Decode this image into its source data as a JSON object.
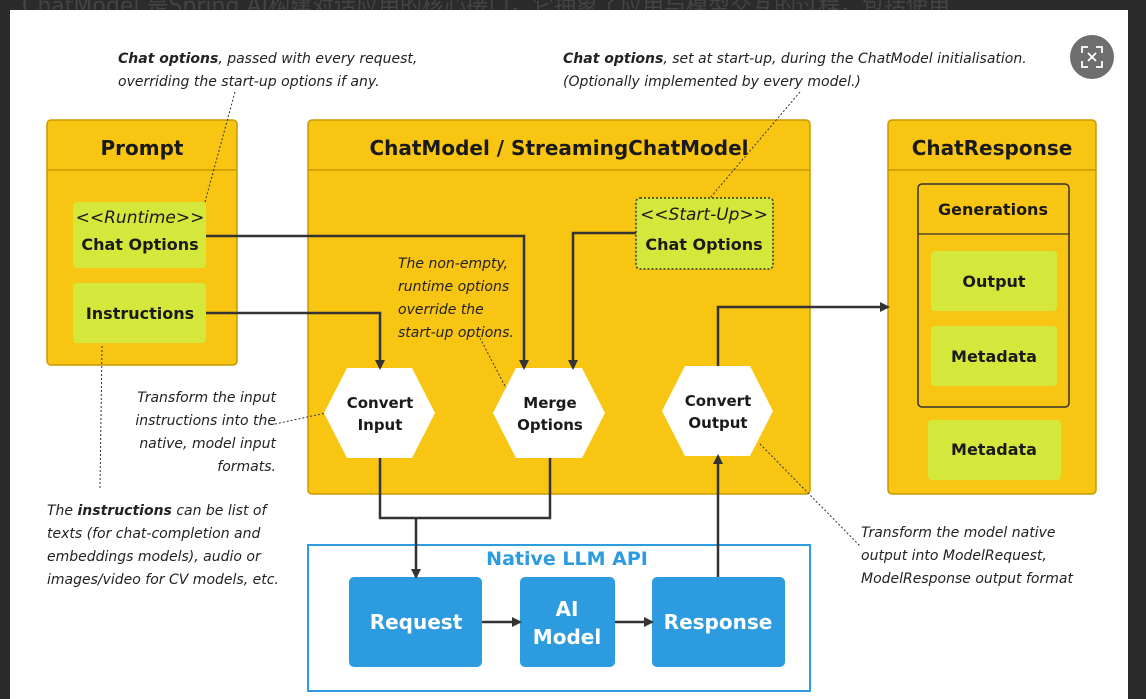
{
  "page": {
    "caption": "ChatModel 是Spring AI构建对话应用的核心接口，它抽象了应用与模型交互的过程，包括使用"
  },
  "viewer": {
    "close_icon": "close-fullscreen-icon",
    "close_color": "#6e6e6e"
  },
  "colors": {
    "yellow": "#f8c513",
    "yellow_border": "#c99a00",
    "green": "#d4e83b",
    "blue": "#2c9be0",
    "line": "#333333"
  },
  "notes": {
    "runtime_note_bold": "Chat options",
    "runtime_note_rest1": ", passed with every  request,",
    "runtime_note_line2": "overriding the start-up options if any.",
    "startup_note_bold": "Chat options",
    "startup_note_rest1": ", set at start-up, during  the ChatModel initialisation.",
    "startup_note_line2": "(Optionally implemented by every model.)",
    "merge_note_l1": "The non-empty,",
    "merge_note_l2": "runtime options",
    "merge_note_l3": "override the",
    "merge_note_l4": "start-up options.",
    "input_note_l1": "Transform the input",
    "input_note_l2": "instructions into the",
    "input_note_l3": "native, model input",
    "input_note_l4": "formats.",
    "instr_note_l1a": "The ",
    "instr_note_l1b": "instructions",
    "instr_note_l1c": " can be list of",
    "instr_note_l2": "texts (for chat-completion and",
    "instr_note_l3": "embeddings models), audio or",
    "instr_note_l4": "images/video for CV models, etc.",
    "output_note_l1": "Transform the model native",
    "output_note_l2": "output into ModelRequest,",
    "output_note_l3": "ModelResponse output format"
  },
  "prompt": {
    "title": "Prompt",
    "runtime_stereotype": "<<Runtime>>",
    "runtime_label": "Chat Options",
    "instructions": "Instructions"
  },
  "chatmodel": {
    "title": "ChatModel / StreamingChatModel",
    "startup_stereotype": "<<Start-Up>>",
    "startup_label": "Chat Options",
    "convert_input_l1": "Convert",
    "convert_input_l2": "Input",
    "merge_l1": "Merge",
    "merge_l2": "Options",
    "convert_output_l1": "Convert",
    "convert_output_l2": "Output"
  },
  "response": {
    "title": "ChatResponse",
    "generations": "Generations",
    "output": "Output",
    "gen_metadata": "Metadata",
    "metadata": "Metadata"
  },
  "native": {
    "title": "Native LLM API",
    "request": "Request",
    "model_l1": "AI",
    "model_l2": "Model",
    "response": "Response"
  }
}
